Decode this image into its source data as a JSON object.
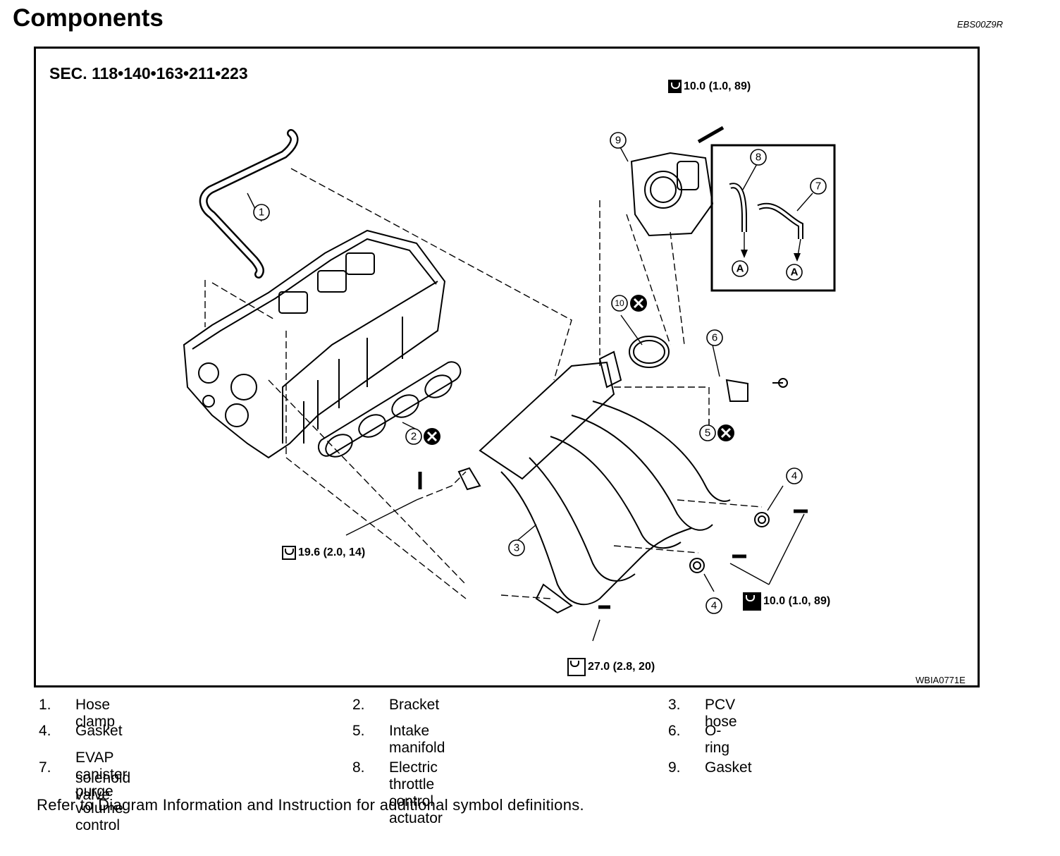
{
  "header": {
    "title": "Components",
    "doc_code": "EBS00Z9R"
  },
  "diagram": {
    "section": "SEC. 118•140•163•211•223",
    "figure_code": "WBIA0771E",
    "callouts": [
      "1",
      "2",
      "3",
      "4",
      "4",
      "5",
      "6",
      "7",
      "8",
      "9",
      "10"
    ],
    "connector_labels": [
      "A",
      "A"
    ],
    "torque_specs": {
      "throttle_bolt": "10.0 (1.0, 89)",
      "bracket_bolt": "19.6 (2.0, 14)",
      "gasket_bolt": "10.0 (1.0, 89)",
      "manifold_bolt": "27.0 (2.8, 20)"
    }
  },
  "legend": [
    {
      "num": "1.",
      "label": "Hose clamp"
    },
    {
      "num": "2.",
      "label": "Bracket"
    },
    {
      "num": "3.",
      "label": "PCV hose"
    },
    {
      "num": "4.",
      "label": "Gasket"
    },
    {
      "num": "5.",
      "label": "Intake manifold"
    },
    {
      "num": "6.",
      "label": "O-ring"
    },
    {
      "num": "7.",
      "label": "EVAP canister purge volume control solenoid valve",
      "line1": "EVAP canister purge volume control",
      "line2": "solenoid valve"
    },
    {
      "num": "8.",
      "label": "Electric throttle control actuator"
    },
    {
      "num": "9.",
      "label": "Gasket"
    }
  ],
  "footer_note": "Refer to Diagram Information and Instruction for additional symbol definitions."
}
